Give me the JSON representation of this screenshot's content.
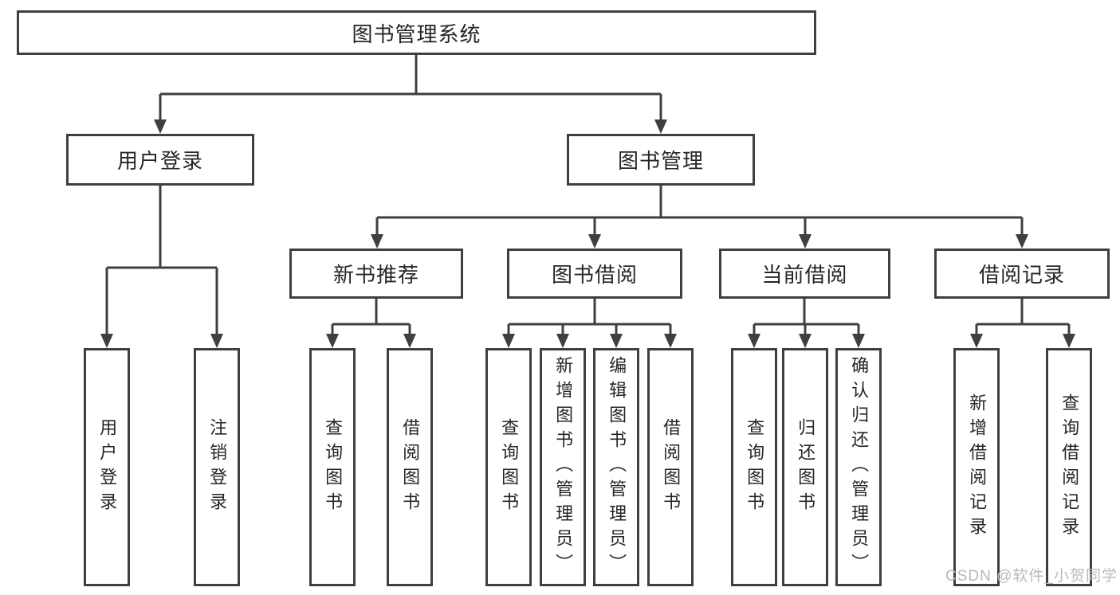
{
  "diagram": {
    "root": {
      "label": "图书管理系统"
    },
    "branches": [
      {
        "label": "用户登录",
        "leaves": [
          {
            "label": "用户登录"
          },
          {
            "label": "注销登录"
          }
        ]
      },
      {
        "label": "图书管理",
        "groups": [
          {
            "label": "新书推荐",
            "leaves": [
              {
                "label": "查询图书"
              },
              {
                "label": "借阅图书"
              }
            ]
          },
          {
            "label": "图书借阅",
            "leaves": [
              {
                "label": "查询图书"
              },
              {
                "label": "新增图书（管理员）"
              },
              {
                "label": "编辑图书（管理员）"
              },
              {
                "label": "借阅图书"
              }
            ]
          },
          {
            "label": "当前借阅",
            "leaves": [
              {
                "label": "查询图书"
              },
              {
                "label": "归还图书"
              },
              {
                "label": "确认归还（管理员）"
              }
            ]
          },
          {
            "label": "借阅记录",
            "leaves": [
              {
                "label": "新增借阅记录"
              },
              {
                "label": "查询借阅记录"
              }
            ]
          }
        ]
      }
    ]
  },
  "watermark": {
    "text": "CSDN @软件_小贺同学"
  },
  "colors": {
    "line": "#3f3f3f",
    "text": "#262626",
    "watermark": "#b9b9b9",
    "background": "#ffffff"
  }
}
